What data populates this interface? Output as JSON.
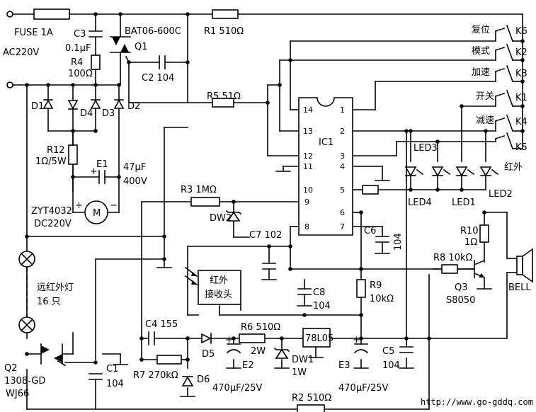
{
  "power": {
    "fuse": "FUSE 1A",
    "ac": "AC220V"
  },
  "components": {
    "r1": "R1  510Ω",
    "r2": "R2  510Ω",
    "r3": "R3  1MΩ",
    "r4": "R4",
    "r4v": "100Ω",
    "r5": "R5  51Ω",
    "r6": "R6  510Ω",
    "r6p": "2W",
    "r7": "R7  270kΩ",
    "r8": "R8  10kΩ",
    "r9": "R9",
    "r9v": "10kΩ",
    "r10": "R10",
    "r10v": "1Ω",
    "r12": "R12",
    "r12v": "1Ω/5W",
    "c1": "C1",
    "c1v": "104",
    "c2": "C2  104",
    "c3": "C3",
    "c3v": "0.1μF",
    "c4": "C4  155",
    "c5": "C5",
    "c5v": "104",
    "c6": "C6",
    "c6v": "104",
    "c7": "C7  102",
    "c8": "C8",
    "c8v": "104",
    "e1": "E1",
    "e1v": "47μF",
    "e1w": "400V",
    "e2": "E2",
    "e2v": "470μF/25V",
    "e3": "E3",
    "e3v": "470μF/25V",
    "q1": "Q1",
    "q1p": "BAT06-600C",
    "q2": "Q2",
    "q2p": "1308-GD",
    "q2w": "WJ66",
    "q3": "Q3",
    "q3p": "S8050",
    "d1": "D1",
    "d2": "D2",
    "d3": "D3",
    "d4": "D4",
    "d5": "D5",
    "d6": "D6",
    "dw1": "DW1",
    "dw1v": "1W",
    "dw2": "DW2",
    "motor": "ZYT4032",
    "motor_v": "DC220V",
    "ic1": "IC1",
    "reg": "78L05",
    "bell": "BELL",
    "lamp": "远红外灯",
    "lamp_n": "16 只",
    "ir_rx_1": "红外",
    "ir_rx_2": "接收头",
    "led1": "LED1",
    "led2": "LED2",
    "led3": "LED3",
    "led4": "LED4",
    "ir_out": "红外"
  },
  "keys": [
    {
      "name": "复位",
      "ref": "K6"
    },
    {
      "name": "模式",
      "ref": "K2"
    },
    {
      "name": "加速",
      "ref": "K3"
    },
    {
      "name": "开关",
      "ref": "K1"
    },
    {
      "name": "减速",
      "ref": "K4"
    },
    {
      "name": "",
      "ref": "K5"
    }
  ],
  "ic_pins": [
    "1",
    "2",
    "3",
    "4",
    "5",
    "6",
    "7",
    "8",
    "9",
    "10",
    "11",
    "12",
    "13",
    "14"
  ],
  "motor_symbol": "M",
  "pol": {
    "plus": "+",
    "minus": "−"
  },
  "watermark": "http://www.go-gddq.com"
}
